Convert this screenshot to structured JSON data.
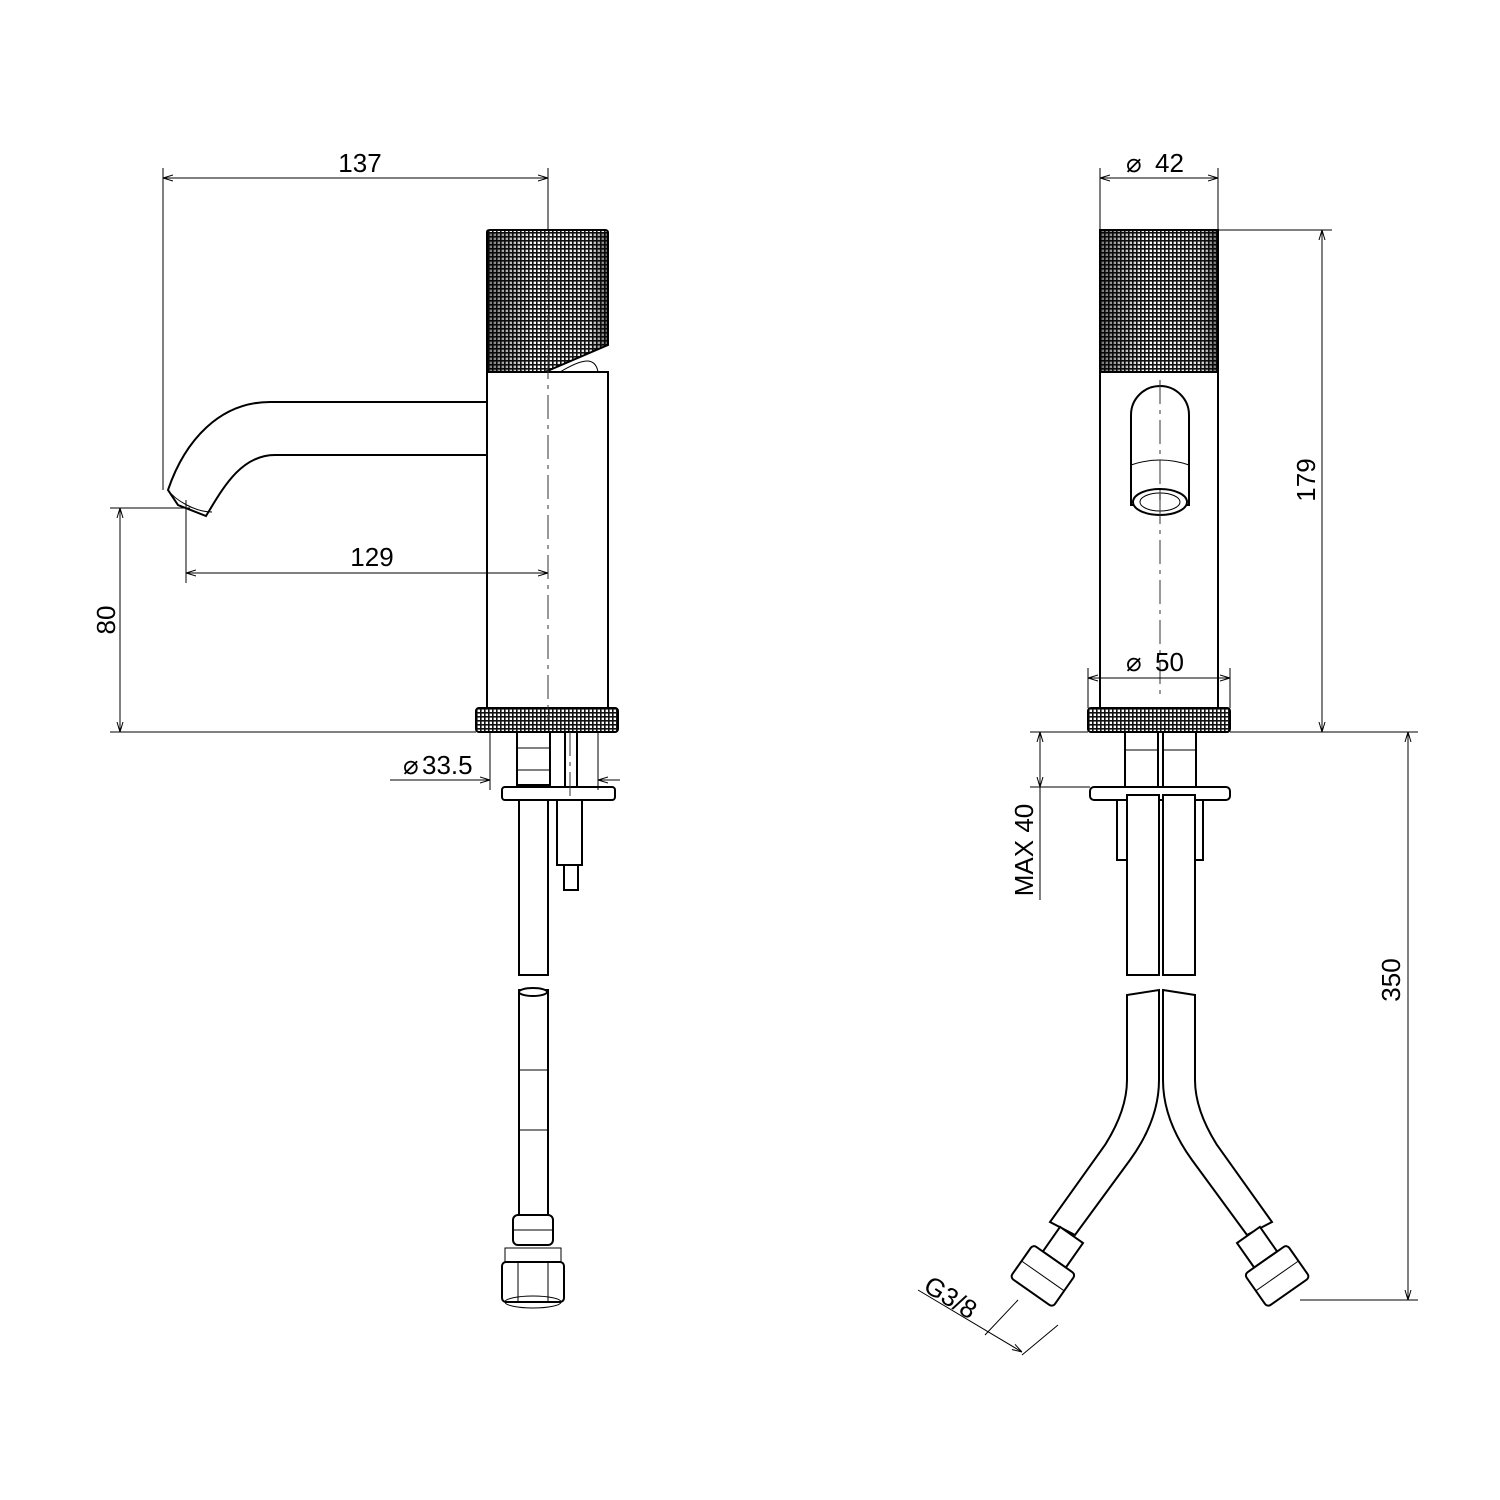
{
  "drawing": {
    "side_view": {
      "dim_overall_reach": "137",
      "dim_spout_reach": "129",
      "dim_spout_height": "80",
      "dim_hole_diameter": "33.5",
      "diameter_symbol": "⌀"
    },
    "front_view": {
      "dim_handle_diameter": "42",
      "dim_base_diameter": "50",
      "dim_body_height": "179",
      "dim_max_deck": "MAX 40",
      "dim_hose_length": "350",
      "dim_thread": "G3/8",
      "diameter_symbol": "⌀"
    },
    "colors": {
      "line": "#000000",
      "background": "#ffffff"
    }
  }
}
